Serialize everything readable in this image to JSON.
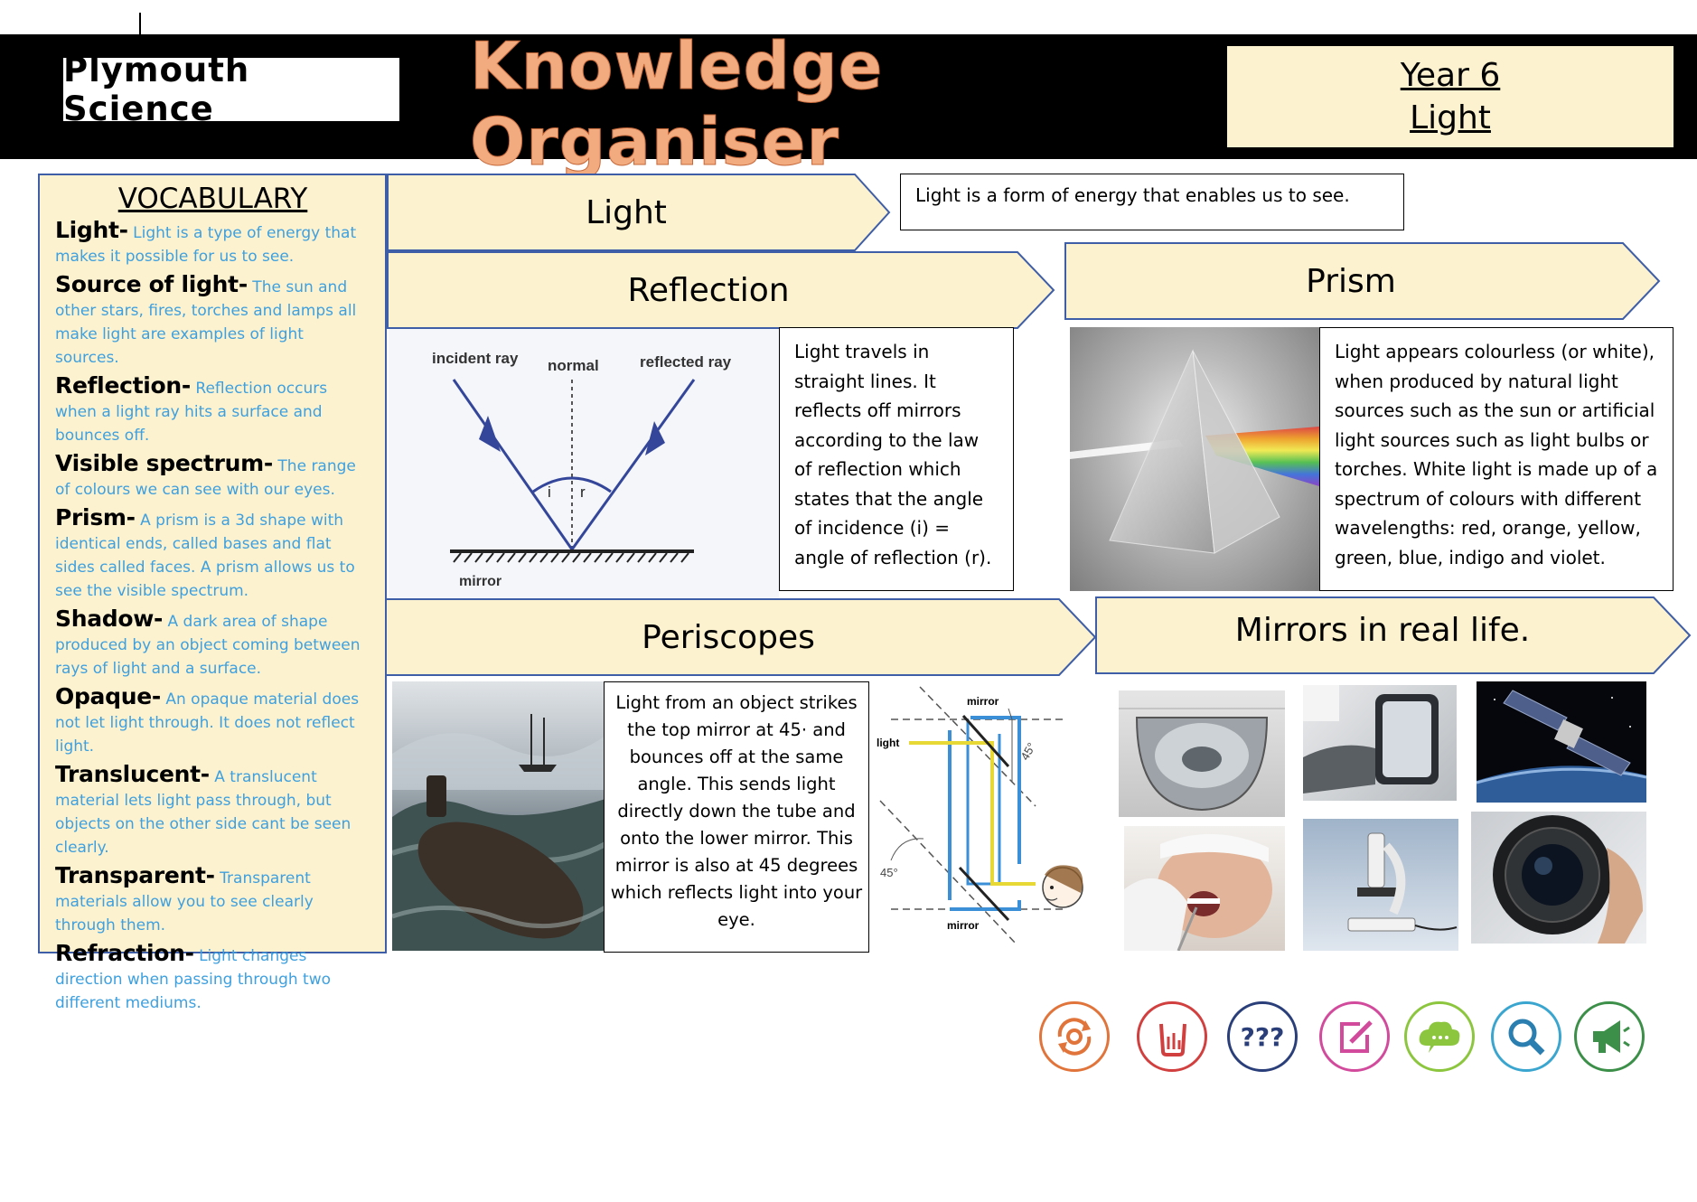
{
  "header": {
    "logo_text": "Plymouth Science",
    "title": "Knowledge Organiser",
    "year": "Year 6",
    "topic": "Light"
  },
  "vocabulary": {
    "heading": "VOCABULARY",
    "items": [
      {
        "term": "Light-",
        "definition": " Light is a type of energy that makes it possible for us to see."
      },
      {
        "term": "Source of light-",
        "definition": " The sun and other stars, fires, torches and lamps all make light are examples of light sources."
      },
      {
        "term": "Reflection-",
        "definition": " Reflection occurs when a light ray hits a surface and bounces off."
      },
      {
        "term": "Visible spectrum-",
        "definition": " The range of colours we can see with our eyes."
      },
      {
        "term": "Prism-",
        "definition": " A prism is a 3d shape with identical ends, called bases and flat sides called faces.  A prism allows us to see the visible spectrum."
      },
      {
        "term": "Shadow-",
        "definition": " A dark area of shape produced by an object coming between rays of light and a surface."
      },
      {
        "term": "Opaque-",
        "definition": " An opaque material does not let light through. It does not reflect light."
      },
      {
        "term": "Translucent-",
        "definition": " A translucent material lets light pass through, but objects on the other side cant be seen clearly."
      },
      {
        "term": "Transparent-",
        "definition": " Transparent materials allow you to see clearly through them."
      },
      {
        "term": "Refraction-",
        "definition": " Light changes direction when passing through two different mediums."
      }
    ]
  },
  "sections": {
    "light": {
      "heading": "Light",
      "text": "Light is a form of energy that enables us to see."
    },
    "reflection": {
      "heading": "Reflection",
      "text": "Light travels in straight lines.  It reflects off mirrors according to the law of reflection which states that the angle of incidence (i) = angle of reflection (r).",
      "diagram": {
        "incident": "incident ray",
        "normal": "normal",
        "reflected": "reflected ray",
        "i": "i",
        "r": "r",
        "mirror": "mirror"
      }
    },
    "prism": {
      "heading": "Prism",
      "text": "Light appears colourless (or white), when produced by natural light sources such as the sun or artificial light sources such as light bulbs or torches. White light is made up of a spectrum of colours with different wavelengths: red, orange, yellow, green, blue, indigo and violet."
    },
    "periscopes": {
      "heading": "Periscopes",
      "text": "Light from an object strikes the top mirror at 45· and bounces off at the same angle.  This sends light directly down the tube and onto the lower mirror.  This mirror is also at 45 degrees which reflects light into your eye.",
      "diagram": {
        "mirror_top": "mirror",
        "mirror_bottom": "mirror",
        "light": "light",
        "angle_top": "45°",
        "angle_bottom": "45°"
      }
    },
    "mirrors": {
      "heading": "Mirrors in real life."
    }
  },
  "icons": [
    "cycle-gear-icon",
    "beaker-icon",
    "question-marks-icon",
    "edit-icon",
    "speech-cloud-icon",
    "magnifier-icon",
    "megaphone-icon"
  ],
  "colors": {
    "header_bg": "#000000",
    "cream": "#fdf2cf",
    "title_orange": "#f2ab7f",
    "vocab_blue": "#3ea0df",
    "arrow_border": "#3e5ea8"
  }
}
